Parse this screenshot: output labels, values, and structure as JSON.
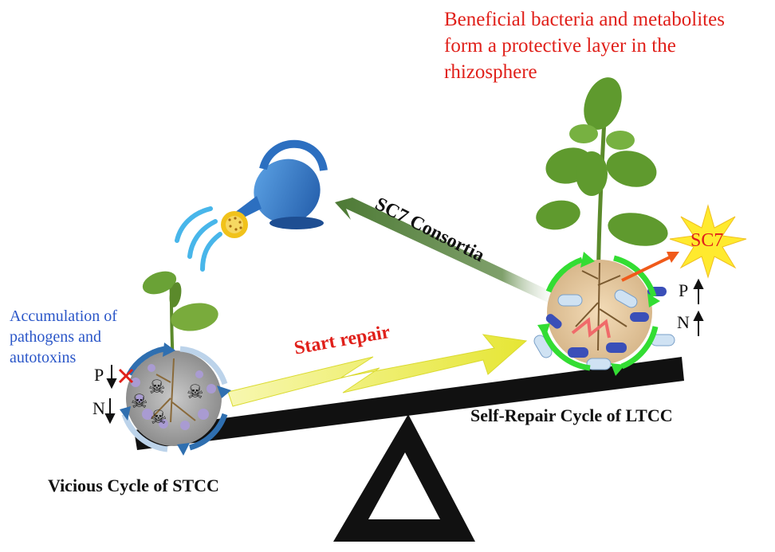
{
  "notes": {
    "protective_layer": "Beneficial bacteria and metabolites form a protective layer in the rhizosphere",
    "accumulation": "Accumulation of pathogens and autotoxins"
  },
  "labels": {
    "consortia": "SC7 Consortia",
    "start_repair": "Start repair",
    "sc7_star": "SC7",
    "vicious_cycle": "Vicious Cycle of STCC",
    "self_repair_cycle": "Self-Repair Cycle of LTCC"
  },
  "nutrients_left": {
    "p": "P",
    "n": "N"
  },
  "nutrients_right": {
    "p": "P",
    "n": "N"
  },
  "icons": [
    "watering-can-icon",
    "seedling-icon",
    "plant-icon",
    "skull-icon",
    "bacteria-icon",
    "star-icon",
    "seesaw-icon",
    "lightning-arrow-icon",
    "cycle-arrow-icon"
  ],
  "colors": {
    "note_red": "#e0201a",
    "note_blue": "#2a56c8",
    "cycle_left": "#2f6fb0",
    "cycle_right": "#33dd33",
    "lightning": "#eeee3a",
    "plant": "#5f9a2e",
    "beam": "#111111"
  }
}
